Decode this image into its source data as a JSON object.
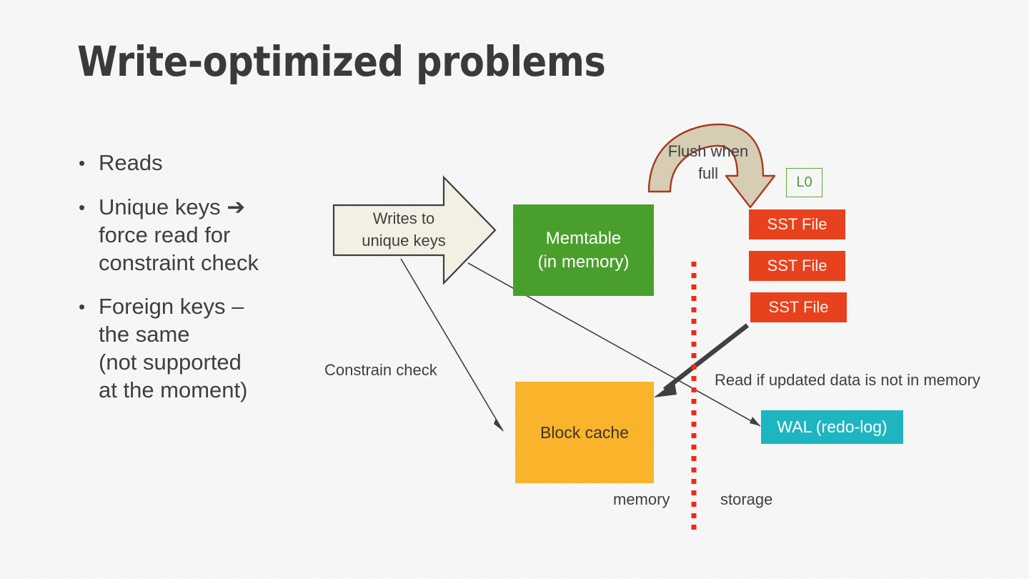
{
  "slide": {
    "title": "Write-optimized problems",
    "background_color": "#f7f7f7",
    "title_color": "#3a3a3a"
  },
  "bullets": [
    {
      "marker": "•",
      "text": "Reads"
    },
    {
      "marker": "•",
      "text": "Unique keys ➔\nforce read for\nconstraint check"
    },
    {
      "marker": "•",
      "text": "Foreign keys –\nthe same\n(not supported\nat the moment)"
    }
  ],
  "diagram": {
    "writes_arrow": {
      "label": "Writes to\nunique keys",
      "fill": "#f2efe3",
      "stroke": "#3f3f3f"
    },
    "flush_arrow": {
      "label": "Flush when\nfull",
      "fill": "#d6cdb4",
      "stroke": "#a8391f"
    },
    "memtable": {
      "label": "Memtable\n(in memory)",
      "fill": "#4a9f2c",
      "text_color": "#ffffff"
    },
    "block_cache": {
      "label": "Block cache",
      "fill": "#f9b42b",
      "text_color": "#3f3322"
    },
    "wal": {
      "label": "WAL (redo-log)",
      "fill": "#1db5c0",
      "text_color": "#ffffff"
    },
    "level_badge": {
      "label": "L0",
      "border_color": "#5fa83a",
      "text_color": "#4f9c32"
    },
    "sst_files": [
      {
        "label": "SST File",
        "fill": "#e8411d",
        "text_color": "#fdf3ee"
      },
      {
        "label": "SST File",
        "fill": "#e8411d",
        "text_color": "#fdf3ee"
      },
      {
        "label": "SST File",
        "fill": "#e8411d",
        "text_color": "#fdf3ee"
      }
    ],
    "annotations": {
      "constrain_check": "Constrain check",
      "read_if_updated": "Read if updated data is not in memory",
      "memory": "memory",
      "storage": "storage"
    },
    "divider": {
      "color": "#ef2a19",
      "style": "dotted-vertical"
    },
    "connectors": [
      {
        "name": "writes-to-block-cache",
        "style": "thin",
        "color": "#3f3f3f"
      },
      {
        "name": "memtable-to-wal",
        "style": "thin",
        "color": "#3f3f3f"
      },
      {
        "name": "sst-to-block-cache",
        "style": "thick",
        "color": "#404040"
      }
    ]
  }
}
